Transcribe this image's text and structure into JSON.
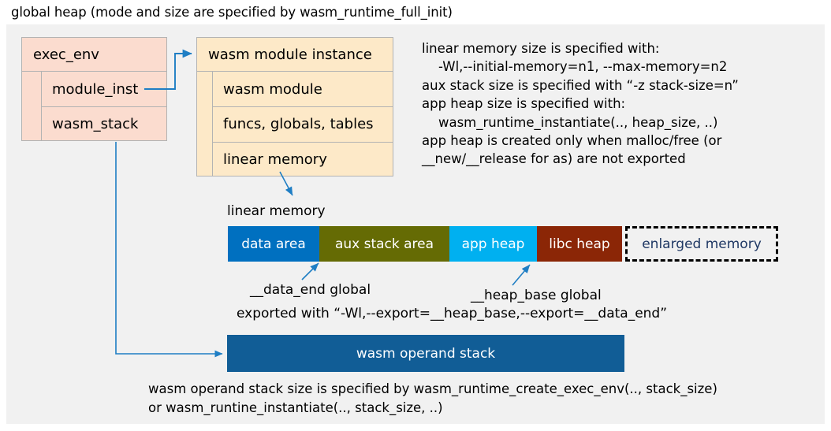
{
  "title": "global heap (mode and size are specified by wasm_runtime_full_init)",
  "exec_env": {
    "header": "exec_env",
    "rows": [
      "module_inst",
      "wasm_stack"
    ]
  },
  "module_instance": {
    "header": "wasm module instance",
    "rows": [
      "wasm module",
      "funcs, globals, tables",
      "linear memory"
    ]
  },
  "notes": "linear memory size is specified with:\n    -Wl,--initial-memory=n1, --max-memory=n2\naux stack size is specified with “-z stack-size=n”\napp heap size is specified with:\n    wasm_runtime_instantiate(.., heap_size, ..)\napp heap is created only when malloc/free (or\n__new/__release for as) are not exported",
  "linear_memory": {
    "label": "linear memory",
    "segments": [
      {
        "label": "data area",
        "color": "#0070c0",
        "text_color": "#ffffff",
        "width": 116
      },
      {
        "label": "aux stack area",
        "color": "#656b04",
        "text_color": "#ffffff",
        "width": 165
      },
      {
        "label": "app heap",
        "color": "#00b0f0",
        "text_color": "#ffffff",
        "width": 111
      },
      {
        "label": "libc heap",
        "color": "#8b2606",
        "text_color": "#ffffff",
        "width": 108
      },
      {
        "label": "enlarged memory",
        "color": "#f1f1f1",
        "text_color": "#1f3864",
        "width": 194,
        "dashed": true
      }
    ]
  },
  "annotations": {
    "data_end": "__data_end global",
    "heap_base": "__heap_base global",
    "exported": "exported with “-Wl,--export=__heap_base,--export=__data_end”"
  },
  "operand_stack": {
    "label": "wasm operand stack",
    "color": "#115d96"
  },
  "bottom_note": "wasm operand stack size is specified by wasm_runtime_create_exec_env(.., stack_size)\nor wasm_runtine_instantiate(.., stack_size, ..)",
  "colors": {
    "panel_background": "#f1f1f1",
    "exec_env_fill": "#fbdccf",
    "module_instance_fill": "#fde9c8",
    "connector": "#1f7ec4",
    "box_border": "#b3b3b3"
  }
}
